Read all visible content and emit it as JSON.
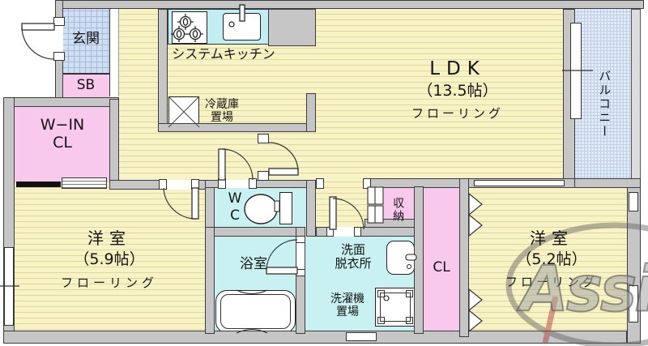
{
  "title": "apartment floor plan",
  "rooms": {
    "entrance": {
      "label": "玄関"
    },
    "shoe_box": {
      "label": "SB"
    },
    "walk_in_closet": {
      "line1": "W−IN",
      "line2": "CL"
    },
    "kitchen": {
      "label": "システムキッチン"
    },
    "fridge_space": {
      "line1": "冷蔵庫",
      "line2": "置場"
    },
    "ldk": {
      "name": "LDK",
      "size": "（13.5帖）",
      "floor": "フローリング"
    },
    "balcony": {
      "label": "バルコニー"
    },
    "wc": {
      "line1": "W",
      "line2": "C"
    },
    "bath": {
      "label": "浴室"
    },
    "washroom": {
      "line1": "洗面",
      "line2": "脱衣所"
    },
    "laundry_space": {
      "line1": "洗濯機",
      "line2": "置場"
    },
    "storage": {
      "label": "収納"
    },
    "closet": {
      "label": "CL"
    },
    "bedroom_left": {
      "name": "洋室",
      "size": "（5.9帖）",
      "floor": "フローリング"
    },
    "bedroom_right": {
      "name": "洋室",
      "size": "（5.2帖）",
      "floor": "フローリング"
    }
  },
  "watermark": {
    "text": "Assist"
  },
  "palette": {
    "wall_gray": "#c6c6c6",
    "floor_yellow": "#f7f3c6",
    "wet_cyan": "#c9f1f1",
    "closet_pink": "#f8c9ed",
    "entrance_tile_blue": "#cfdef2",
    "balcony_blue": "#e2ebf7",
    "kitchen_counter_cyan": "#c2edf3",
    "outline": "#3c3c3c",
    "watermark_gray": "#a5a5a5",
    "watermark_red": "#b03030"
  }
}
